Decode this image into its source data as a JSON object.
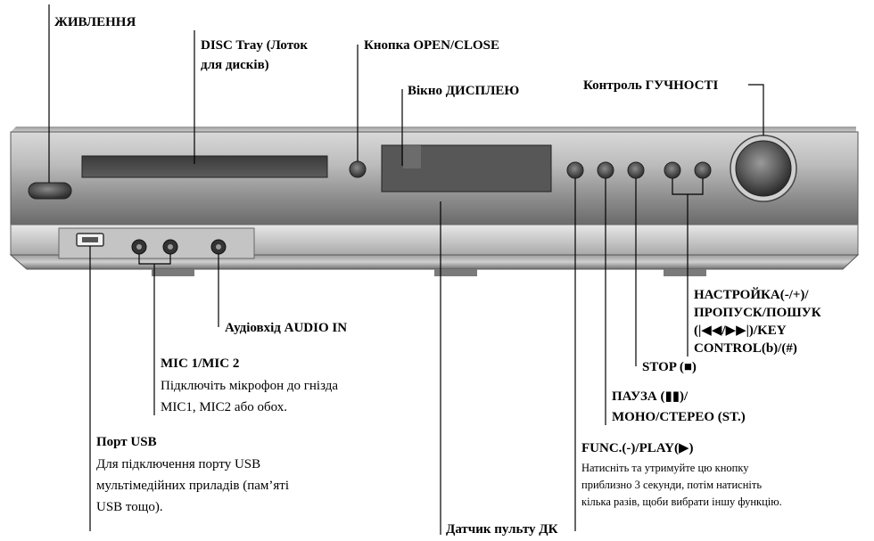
{
  "labels": {
    "power": "ЖИВЛЕННЯ",
    "disc_tray": [
      "DISC Tray (Лоток",
      "для дисків)"
    ],
    "open_close": "Кнопка OPEN/CLOSE",
    "display_window": "Вікно ДИСПЛЕЮ",
    "volume": "Контроль ГУЧНОСТІ",
    "tuning": [
      "НАСТРОЙКА(-/+)/",
      "ПРОПУСК/ПОШУК",
      "(|◀◀/▶▶|)/KEY",
      "CONTROL(b)/(#)"
    ],
    "stop": "STOP (■)",
    "pause": [
      "ПАУЗА (▮▮)/",
      "МОНО/СТЕРЕО (ST.)"
    ],
    "func_play": "FUNC.(-)/PLAY(▶)",
    "func_play_desc": [
      "Натисніть та утримуйте цю кнопку",
      "приблизно 3 секунди, потім натисніть",
      "кілька разів, щоби вибрати іншу функцію."
    ],
    "audio_in": "Аудіовхід AUDIO IN",
    "mic": "MIC 1/MIC 2",
    "mic_desc": [
      "Підключіть мікрофон до гнізда",
      "MIC1, MIC2 або обох."
    ],
    "usb": "Порт USB",
    "usb_desc": [
      "Для підключення порту USB",
      "мультімедійних приладів (пам’яті",
      "USB тощо)."
    ],
    "remote_sensor": "Датчик пульту ДК"
  }
}
